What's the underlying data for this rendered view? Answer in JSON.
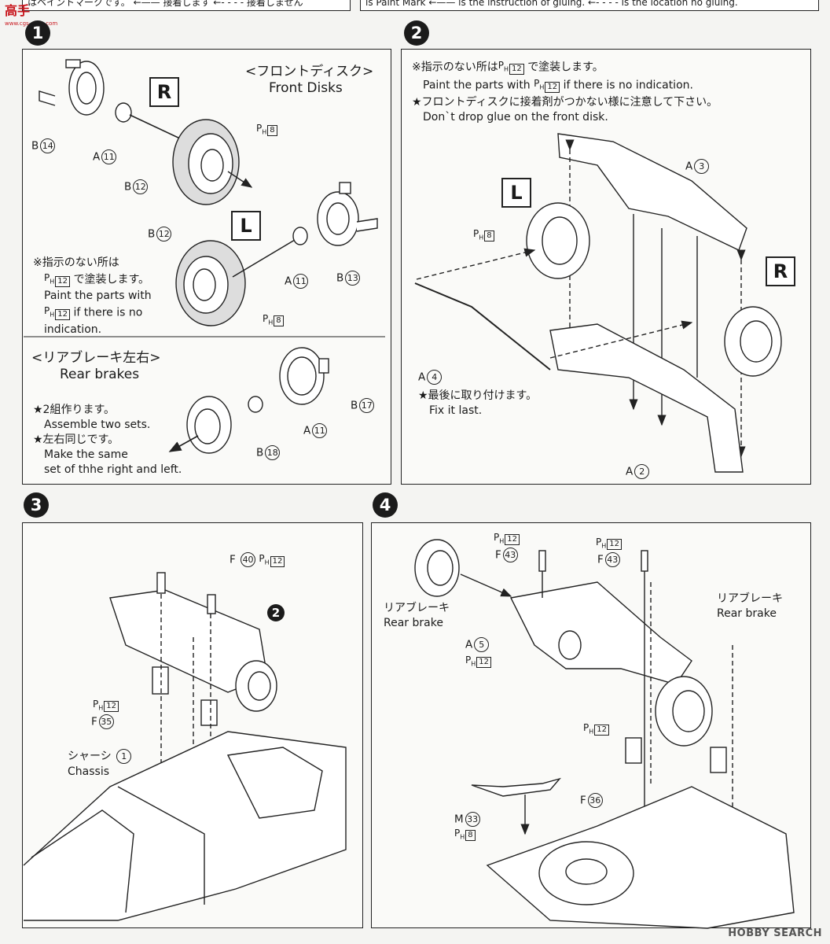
{
  "header": {
    "legend_jp": "はペイントマークです。 ←—— 接着します ←- - - - 接着しません",
    "legend_en": "is Paint Mark ←—— is the instruction of gluing. ←- - - - is the location no gluing."
  },
  "logo": {
    "main": "高手",
    "sub": "www.cgs-shop.com"
  },
  "paint_code_prefix": "P",
  "paint_code_sub": "H",
  "step1": {
    "number": "1",
    "front_title_jp": "<フロントディスク>",
    "front_title_en": "Front Disks",
    "R": "R",
    "L": "L",
    "parts": {
      "b14": {
        "letter": "B",
        "num": "14"
      },
      "a11a": {
        "letter": "A",
        "num": "11"
      },
      "b12a": {
        "letter": "B",
        "num": "12"
      },
      "ph8a": "8",
      "b12b": {
        "letter": "B",
        "num": "12"
      },
      "a11b": {
        "letter": "A",
        "num": "11"
      },
      "b13": {
        "letter": "B",
        "num": "13"
      },
      "ph8b": "8",
      "b17": {
        "letter": "B",
        "num": "17"
      },
      "a11c": {
        "letter": "A",
        "num": "11"
      },
      "b18": {
        "letter": "B",
        "num": "18"
      }
    },
    "note1_jp": "※指示のない所は",
    "note1_ph": "12",
    "note1_jp2": "で塗装します。",
    "note1_en1": "Paint the parts with",
    "note1_en2": "if there is no",
    "note1_en3": "indication.",
    "rear_title_jp": "<リアブレーキ左右>",
    "rear_title_en": "Rear brakes",
    "rear_note1_jp": "★2組作ります。",
    "rear_note1_en": "Assemble two sets.",
    "rear_note2_jp": "★左右同じです。",
    "rear_note2_en1": "Make the same",
    "rear_note2_en2": "set of thhe right and left."
  },
  "step2": {
    "number": "2",
    "note1_jp": "※指示のない所は",
    "note1_ph": "12",
    "note1_jp2": "で塗装します。",
    "note1_en1": "Paint the parts with",
    "note1_en2": "if there is no indication.",
    "note2_jp": "★フロントディスクに接着剤がつかない様に注意して下さい。",
    "note2_en": "Don`t drop glue on the front disk.",
    "L": "L",
    "R": "R",
    "a3": {
      "letter": "A",
      "num": "3"
    },
    "ph8": "8",
    "a4": {
      "letter": "A",
      "num": "4"
    },
    "a2": {
      "letter": "A",
      "num": "2"
    },
    "last_jp": "★最後に取り付けます。",
    "last_en": "Fix it last."
  },
  "step3": {
    "number": "3",
    "f40": {
      "letter": "F",
      "num": "40"
    },
    "ph12a": "12",
    "ref": "2",
    "ph12b": "12",
    "f35": {
      "letter": "F",
      "num": "35"
    },
    "chassis_jp": "シャーシ",
    "chassis_num": "1",
    "chassis_en": "Chassis"
  },
  "step4": {
    "number": "4",
    "ph12a": "12",
    "f43a": {
      "letter": "F",
      "num": "43"
    },
    "ph12b": "12",
    "f43b": {
      "letter": "F",
      "num": "43"
    },
    "rear_brake_jp": "リアブレーキ",
    "rear_brake_en": "Rear brake",
    "a5": {
      "letter": "A",
      "num": "5"
    },
    "ph12c": "12",
    "ph12d": "12",
    "f36": {
      "letter": "F",
      "num": "36"
    },
    "m33": {
      "letter": "M",
      "num": "33"
    },
    "ph8": "8"
  },
  "watermark": "HOBBY SEARCH"
}
